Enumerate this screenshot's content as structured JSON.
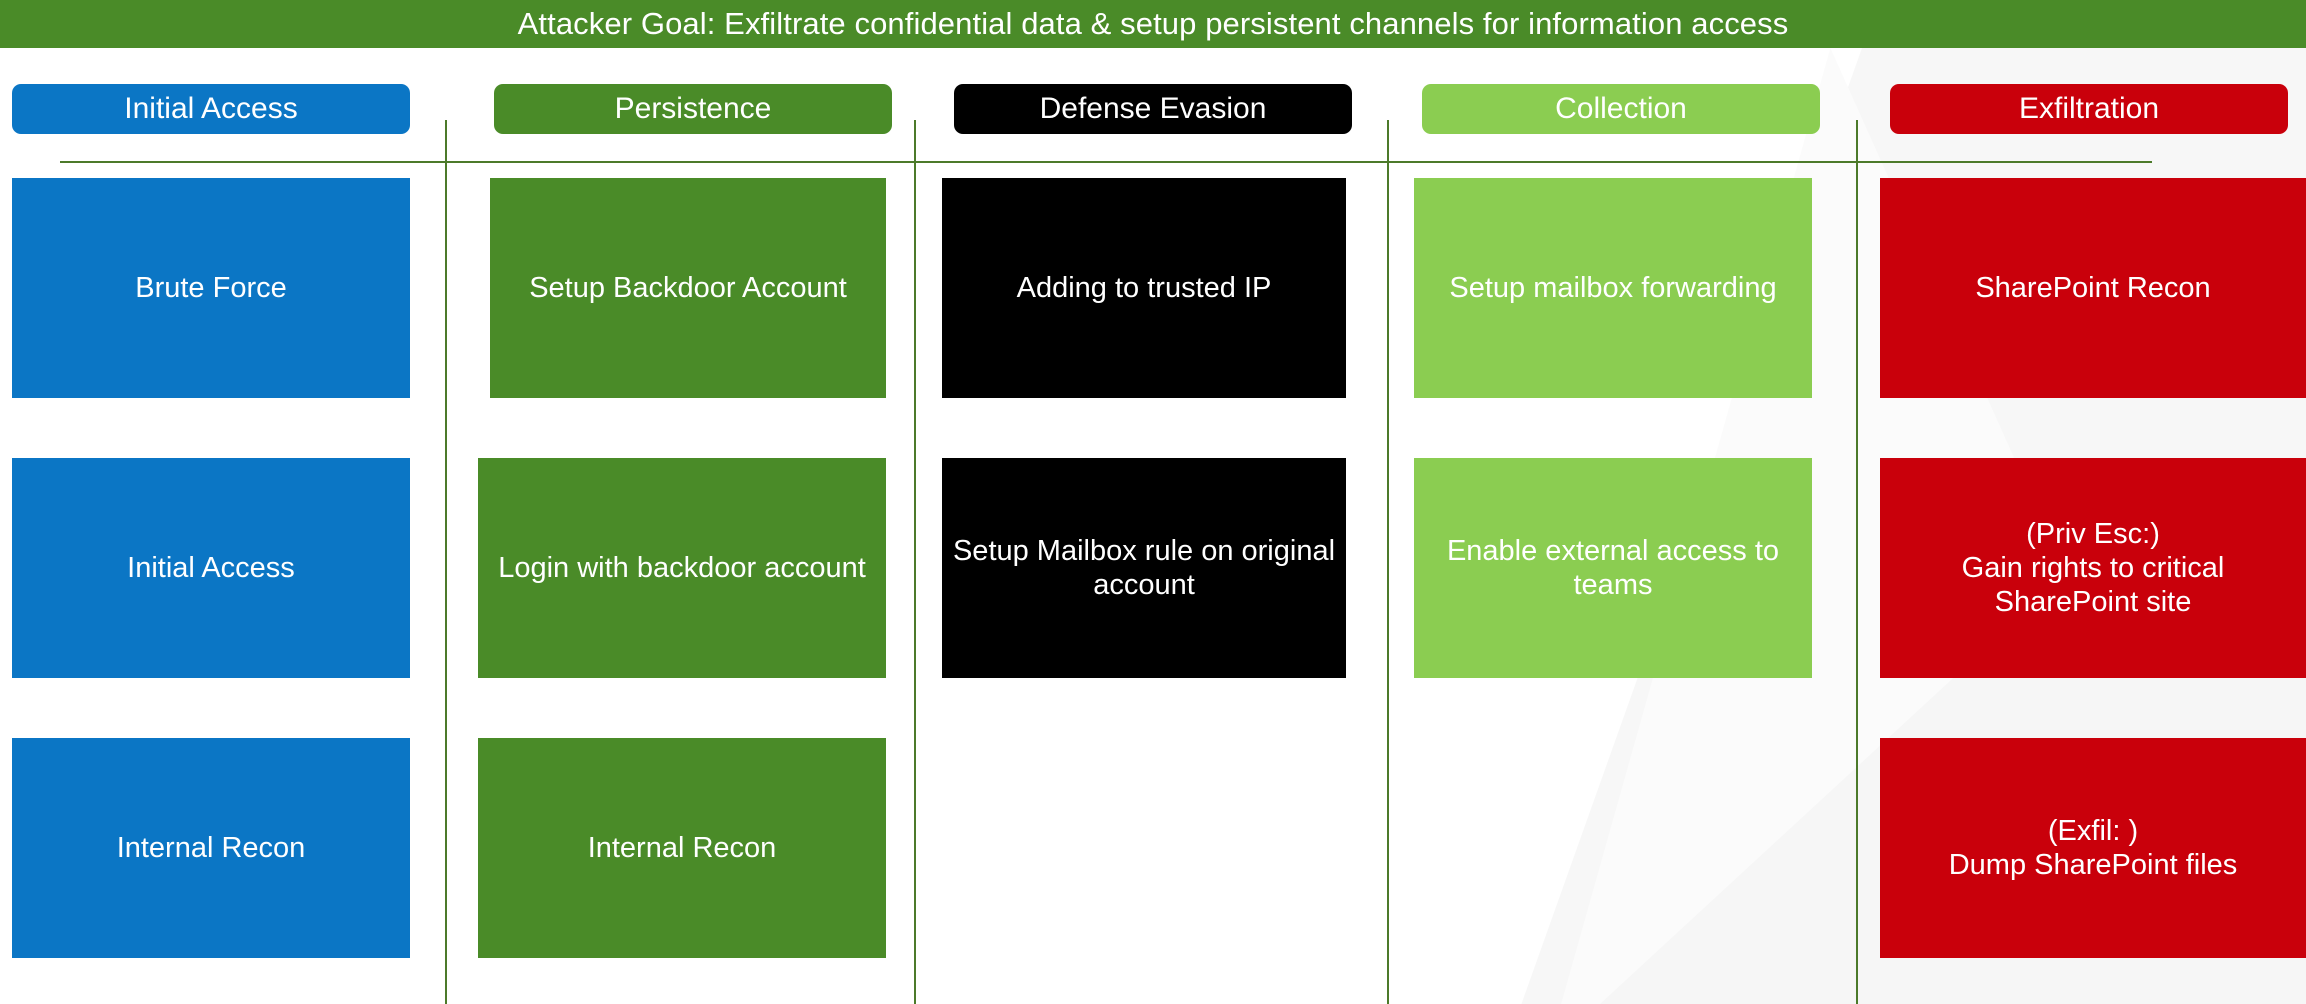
{
  "banner": {
    "title": "Attacker Goal: Exfiltrate confidential data & setup persistent channels for information access",
    "background": "#4a8b28",
    "text_color": "#ffffff"
  },
  "palette": {
    "blue": "#0b76c5",
    "dark_green": "#4a8b28",
    "black": "#000000",
    "light_green": "#8bcd51",
    "red": "#c9000b",
    "divider_green": "#4c7a2a",
    "white": "#ffffff"
  },
  "columns": [
    {
      "id": "initial-access",
      "header": "Initial Access",
      "header_color": "#0b76c5",
      "cell_color": "#0b76c5",
      "cells": [
        {
          "label": "Brute Force"
        },
        {
          "label": "Initial Access"
        },
        {
          "label": "Internal Recon"
        }
      ]
    },
    {
      "id": "persistence",
      "header": "Persistence",
      "header_color": "#4a8b28",
      "cell_color": "#4a8b28",
      "cells": [
        {
          "label": "Setup Backdoor Account"
        },
        {
          "label": "Login with backdoor account"
        },
        {
          "label": "Internal Recon"
        }
      ]
    },
    {
      "id": "defense-evasion",
      "header": "Defense Evasion",
      "header_color": "#000000",
      "cell_color": "#000000",
      "cells": [
        {
          "label": "Adding to trusted IP"
        },
        {
          "label": "Setup Mailbox rule on original account"
        },
        {
          "label": ""
        }
      ]
    },
    {
      "id": "collection",
      "header": "Collection",
      "header_color": "#8bcd51",
      "cell_color": "#8bcd51",
      "cells": [
        {
          "label": "Setup mailbox forwarding"
        },
        {
          "label": "Enable external access to teams"
        },
        {
          "label": ""
        }
      ]
    },
    {
      "id": "exfiltration",
      "header": "Exfiltration",
      "header_color": "#c9000b",
      "cell_color": "#c9000b",
      "cells": [
        {
          "label": "SharePoint Recon"
        },
        {
          "label": "(Priv Esc:)\nGain rights to critical SharePoint site"
        },
        {
          "label": "(Exfil: )\nDump SharePoint files"
        }
      ]
    }
  ]
}
